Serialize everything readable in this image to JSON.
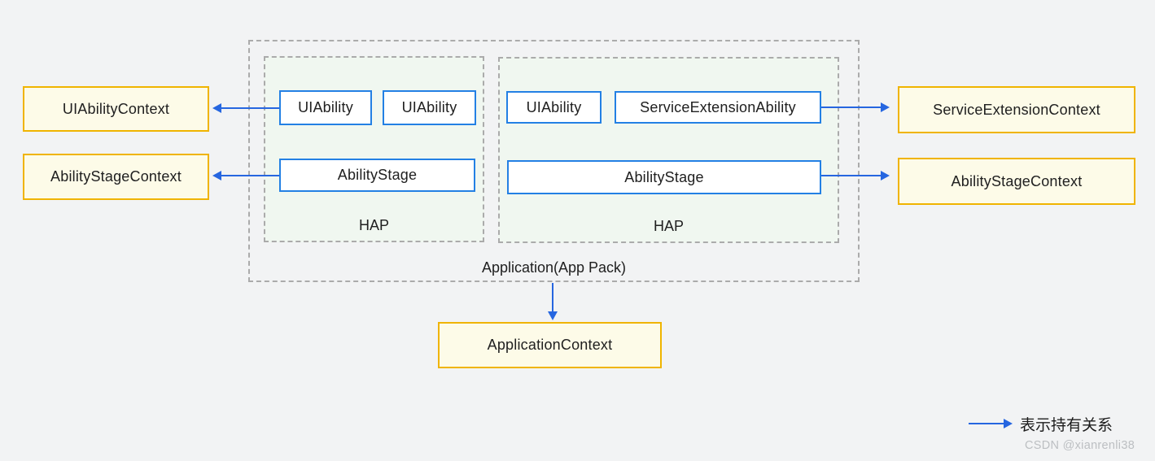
{
  "colors": {
    "arrow_blue": "#2666E0",
    "ability_box_border": "#2380E4",
    "context_box_border": "#F0B400",
    "context_box_fill": "#FDFBE8",
    "hap_fill": "#F0F7F0",
    "dashed_border": "#ABABAB",
    "page_background": "#F2F3F4"
  },
  "context_boxes": {
    "left": [
      {
        "label": "UIAbilityContext"
      },
      {
        "label": "AbilityStageContext"
      }
    ],
    "right": [
      {
        "label": "ServiceExtensionContext"
      },
      {
        "label": "AbilityStageContext"
      }
    ],
    "bottom": {
      "label": "ApplicationContext"
    }
  },
  "application": {
    "label": "Application(App Pack)",
    "haps": [
      {
        "label": "HAP",
        "abilities": [
          {
            "label": "UIAbility"
          },
          {
            "label": "UIAbility"
          }
        ],
        "stage": {
          "label": "AbilityStage"
        }
      },
      {
        "label": "HAP",
        "abilities": [
          {
            "label": "UIAbility"
          },
          {
            "label": "ServiceExtensionAbility"
          }
        ],
        "stage": {
          "label": "AbilityStage"
        }
      }
    ]
  },
  "legend": {
    "label": "表示持有关系"
  },
  "watermark": "CSDN @xianrenli38"
}
